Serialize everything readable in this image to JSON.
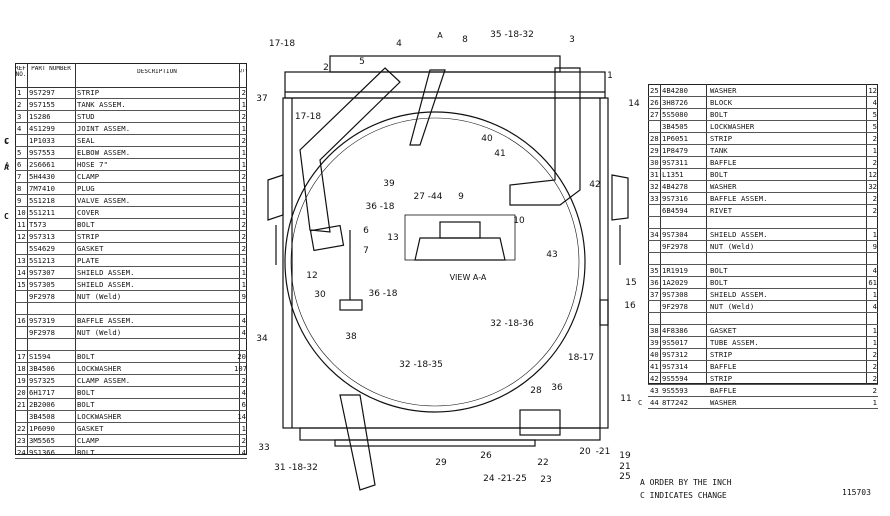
{
  "left_table": {
    "headers": {
      "ref": "REF. NO.",
      "part": "PART NUMBER",
      "desc": "DESCRIPTION",
      "qty": "QTY"
    },
    "rows": [
      {
        "mark": "",
        "ref": "1",
        "part": "9S7297",
        "desc": "STRIP",
        "qty": "2"
      },
      {
        "mark": "",
        "ref": "2",
        "part": "9S7155",
        "desc": "TANK ASSEM.",
        "qty": "1"
      },
      {
        "mark": "",
        "ref": "3",
        "part": "1S286",
        "desc": "   STUD",
        "qty": "2"
      },
      {
        "mark": "",
        "ref": "4",
        "part": "4S1299",
        "desc": "JOINT ASSEM.",
        "qty": "1"
      },
      {
        "mark": "C",
        "ref": "",
        "part": "1P1033",
        "desc": "   SEAL",
        "qty": "2"
      },
      {
        "mark": "",
        "ref": "5",
        "part": "9S7553",
        "desc": "ELBOW ASSEM.",
        "qty": "1"
      },
      {
        "mark": "A",
        "ref": "6",
        "part": "2S6661",
        "desc": "HOSE  7\"",
        "qty": "1"
      },
      {
        "mark": "",
        "ref": "7",
        "part": "5H4430",
        "desc": "CLAMP",
        "qty": "2"
      },
      {
        "mark": "",
        "ref": "8",
        "part": "7M7410",
        "desc": "PLUG",
        "qty": "1"
      },
      {
        "mark": "",
        "ref": "9",
        "part": "5S1218",
        "desc": "VALVE ASSEM.",
        "qty": "1"
      },
      {
        "mark": "",
        "ref": "10",
        "part": "5S1211",
        "desc": "COVER",
        "qty": "1"
      },
      {
        "mark": "",
        "ref": "11",
        "part": "T573",
        "desc": "BOLT",
        "qty": "2"
      },
      {
        "mark": "",
        "ref": "12",
        "part": "9S7313",
        "desc": "STRIP",
        "qty": "2"
      },
      {
        "mark": "",
        "ref": "",
        "part": "5S4629",
        "desc": "GASKET",
        "qty": "2"
      },
      {
        "mark": "",
        "ref": "13",
        "part": "5S1213",
        "desc": "PLATE",
        "qty": "1"
      },
      {
        "mark": "",
        "ref": "14",
        "part": "9S7307",
        "desc": "SHIELD ASSEM.",
        "qty": "1"
      },
      {
        "mark": "",
        "ref": "15",
        "part": "9S7305",
        "desc": "SHIELD ASSEM.",
        "qty": "1"
      },
      {
        "mark": "",
        "ref": "",
        "part": "9F2978",
        "desc": "   NUT (Weld)",
        "qty": "9"
      },
      {
        "mark": "",
        "ref": "",
        "part": "",
        "desc": "",
        "qty": ""
      },
      {
        "mark": "",
        "ref": "16",
        "part": "9S7319",
        "desc": "BAFFLE ASSEM.",
        "qty": "4"
      },
      {
        "mark": "",
        "ref": "",
        "part": "9F2978",
        "desc": "   NUT (Weld)",
        "qty": "4"
      },
      {
        "mark": "",
        "ref": "",
        "part": "",
        "desc": "",
        "qty": ""
      },
      {
        "mark": "",
        "ref": "17",
        "part": "S1594",
        "desc": "BOLT",
        "qty": "20"
      },
      {
        "mark": "",
        "ref": "18",
        "part": "3B4506",
        "desc": "LOCKWASHER",
        "qty": "107"
      },
      {
        "mark": "",
        "ref": "19",
        "part": "9S7325",
        "desc": "CLAMP ASSEM.",
        "qty": "2"
      },
      {
        "mark": "",
        "ref": "20",
        "part": "6H1717",
        "desc": "BOLT",
        "qty": "4"
      },
      {
        "mark": "",
        "ref": "21",
        "part": "2B2006",
        "desc": "BOLT",
        "qty": "6"
      },
      {
        "mark": "",
        "ref": "",
        "part": "3B4508",
        "desc": "LOCKWASHER",
        "qty": "14"
      },
      {
        "mark": "",
        "ref": "22",
        "part": "1P6090",
        "desc": "GASKET",
        "qty": "1"
      },
      {
        "mark": "",
        "ref": "23",
        "part": "3M5565",
        "desc": "CLAMP",
        "qty": "2"
      },
      {
        "mark": "",
        "ref": "24",
        "part": "9S1366",
        "desc": "BOLT",
        "qty": "4"
      }
    ]
  },
  "right_table": {
    "rows": [
      {
        "mark": "",
        "ref": "25",
        "part": "4B4280",
        "desc": "WASHER",
        "qty": "12"
      },
      {
        "mark": "",
        "ref": "26",
        "part": "3H8726",
        "desc": "BLOCK",
        "qty": "4"
      },
      {
        "mark": "",
        "ref": "27",
        "part": "5S5080",
        "desc": "BOLT",
        "qty": "5"
      },
      {
        "mark": "",
        "ref": "",
        "part": "3B4505",
        "desc": "LOCKWASHER",
        "qty": "5"
      },
      {
        "mark": "",
        "ref": "28",
        "part": "1P6051",
        "desc": "STRIP",
        "qty": "2"
      },
      {
        "mark": "",
        "ref": "29",
        "part": "1P8479",
        "desc": "TANK",
        "qty": "1"
      },
      {
        "mark": "",
        "ref": "30",
        "part": "9S7311",
        "desc": "BAFFLE",
        "qty": "2"
      },
      {
        "mark": "",
        "ref": "31",
        "part": "L1351",
        "desc": "BOLT",
        "qty": "12"
      },
      {
        "mark": "",
        "ref": "32",
        "part": "4B4278",
        "desc": "WASHER",
        "qty": "32"
      },
      {
        "mark": "",
        "ref": "33",
        "part": "9S7316",
        "desc": "BAFFLE ASSEM.",
        "qty": "2"
      },
      {
        "mark": "",
        "ref": "",
        "part": "6B4594",
        "desc": "   RIVET",
        "qty": "2"
      },
      {
        "mark": "",
        "ref": "",
        "part": "",
        "desc": "",
        "qty": ""
      },
      {
        "mark": "",
        "ref": "34",
        "part": "9S7304",
        "desc": "SHIELD ASSEM.",
        "qty": "1"
      },
      {
        "mark": "",
        "ref": "",
        "part": "9F2978",
        "desc": "   NUT (Weld)",
        "qty": "9"
      },
      {
        "mark": "",
        "ref": "",
        "part": "",
        "desc": "",
        "qty": ""
      },
      {
        "mark": "",
        "ref": "35",
        "part": "1R1919",
        "desc": "BOLT",
        "qty": "4"
      },
      {
        "mark": "",
        "ref": "36",
        "part": "1A2029",
        "desc": "BOLT",
        "qty": "61"
      },
      {
        "mark": "",
        "ref": "37",
        "part": "9S7308",
        "desc": "SHIELD ASSEM.",
        "qty": "1"
      },
      {
        "mark": "",
        "ref": "",
        "part": "9F2978",
        "desc": "   NUT (Weld)",
        "qty": "4"
      },
      {
        "mark": "",
        "ref": "",
        "part": "",
        "desc": "",
        "qty": ""
      },
      {
        "mark": "",
        "ref": "38",
        "part": "4F8386",
        "desc": "GASKET",
        "qty": "1"
      },
      {
        "mark": "",
        "ref": "39",
        "part": "9S5017",
        "desc": "TUBE ASSEM.",
        "qty": "1"
      },
      {
        "mark": "",
        "ref": "40",
        "part": "9S7312",
        "desc": "STRIP",
        "qty": "2"
      },
      {
        "mark": "",
        "ref": "41",
        "part": "9S7314",
        "desc": "BAFFLE",
        "qty": "2"
      },
      {
        "mark": "",
        "ref": "42",
        "part": "9S5594",
        "desc": "STRIP",
        "qty": "2"
      },
      {
        "mark": "",
        "ref": "43",
        "part": "9S5593",
        "desc": "BAFFLE",
        "qty": "2"
      },
      {
        "mark": "C",
        "ref": "44",
        "part": "8T7242",
        "desc": "WASHER",
        "qty": "1"
      }
    ]
  },
  "notes": {
    "order": "A  ORDER BY THE INCH",
    "change": "C INDICATES CHANGE"
  },
  "drawing_code": "115703",
  "margin_marks": [
    "C",
    "A",
    "C"
  ],
  "diagram": {
    "view_label": "VIEW A-A",
    "section_mark": "A",
    "callouts": [
      {
        "id": "c1",
        "text": "17-18"
      },
      {
        "id": "c2",
        "text": "2"
      },
      {
        "id": "c3",
        "text": "5"
      },
      {
        "id": "c4",
        "text": "4"
      },
      {
        "id": "c5",
        "text": "8"
      },
      {
        "id": "c6",
        "text": "35  -18-32"
      },
      {
        "id": "c7",
        "text": "3"
      },
      {
        "id": "c8",
        "text": "37"
      },
      {
        "id": "c9",
        "text": "17-18"
      },
      {
        "id": "c10",
        "text": "1"
      },
      {
        "id": "c11",
        "text": "14"
      },
      {
        "id": "c12",
        "text": "40"
      },
      {
        "id": "c13",
        "text": "41"
      },
      {
        "id": "c14",
        "text": "39"
      },
      {
        "id": "c15",
        "text": "42"
      },
      {
        "id": "c16",
        "text": "36  -18"
      },
      {
        "id": "c17",
        "text": "27 -44"
      },
      {
        "id": "c18",
        "text": "9"
      },
      {
        "id": "c19",
        "text": "10"
      },
      {
        "id": "c20",
        "text": "6"
      },
      {
        "id": "c21",
        "text": "7"
      },
      {
        "id": "c22",
        "text": "13"
      },
      {
        "id": "c23",
        "text": "43"
      },
      {
        "id": "c24",
        "text": "12"
      },
      {
        "id": "c25",
        "text": "15"
      },
      {
        "id": "c26",
        "text": "30"
      },
      {
        "id": "c27",
        "text": "36  -18"
      },
      {
        "id": "c28",
        "text": "16"
      },
      {
        "id": "c29",
        "text": "38"
      },
      {
        "id": "c30",
        "text": "32  -18-36"
      },
      {
        "id": "c31",
        "text": "34"
      },
      {
        "id": "c32",
        "text": "18-17"
      },
      {
        "id": "c33",
        "text": "32  -18-35"
      },
      {
        "id": "c34",
        "text": "28"
      },
      {
        "id": "c35",
        "text": "36"
      },
      {
        "id": "c36",
        "text": "11"
      },
      {
        "id": "c37",
        "text": "33"
      },
      {
        "id": "c38",
        "text": "26"
      },
      {
        "id": "c39",
        "text": "20"
      },
      {
        "id": "c40",
        "text": "-21"
      },
      {
        "id": "c41",
        "text": "22"
      },
      {
        "id": "c42",
        "text": "19"
      },
      {
        "id": "c43",
        "text": "21"
      },
      {
        "id": "c44",
        "text": "25"
      },
      {
        "id": "c45",
        "text": "31  -18-32"
      },
      {
        "id": "c46",
        "text": "29"
      },
      {
        "id": "c47",
        "text": "24  -21-25"
      },
      {
        "id": "c48",
        "text": "23"
      }
    ]
  }
}
